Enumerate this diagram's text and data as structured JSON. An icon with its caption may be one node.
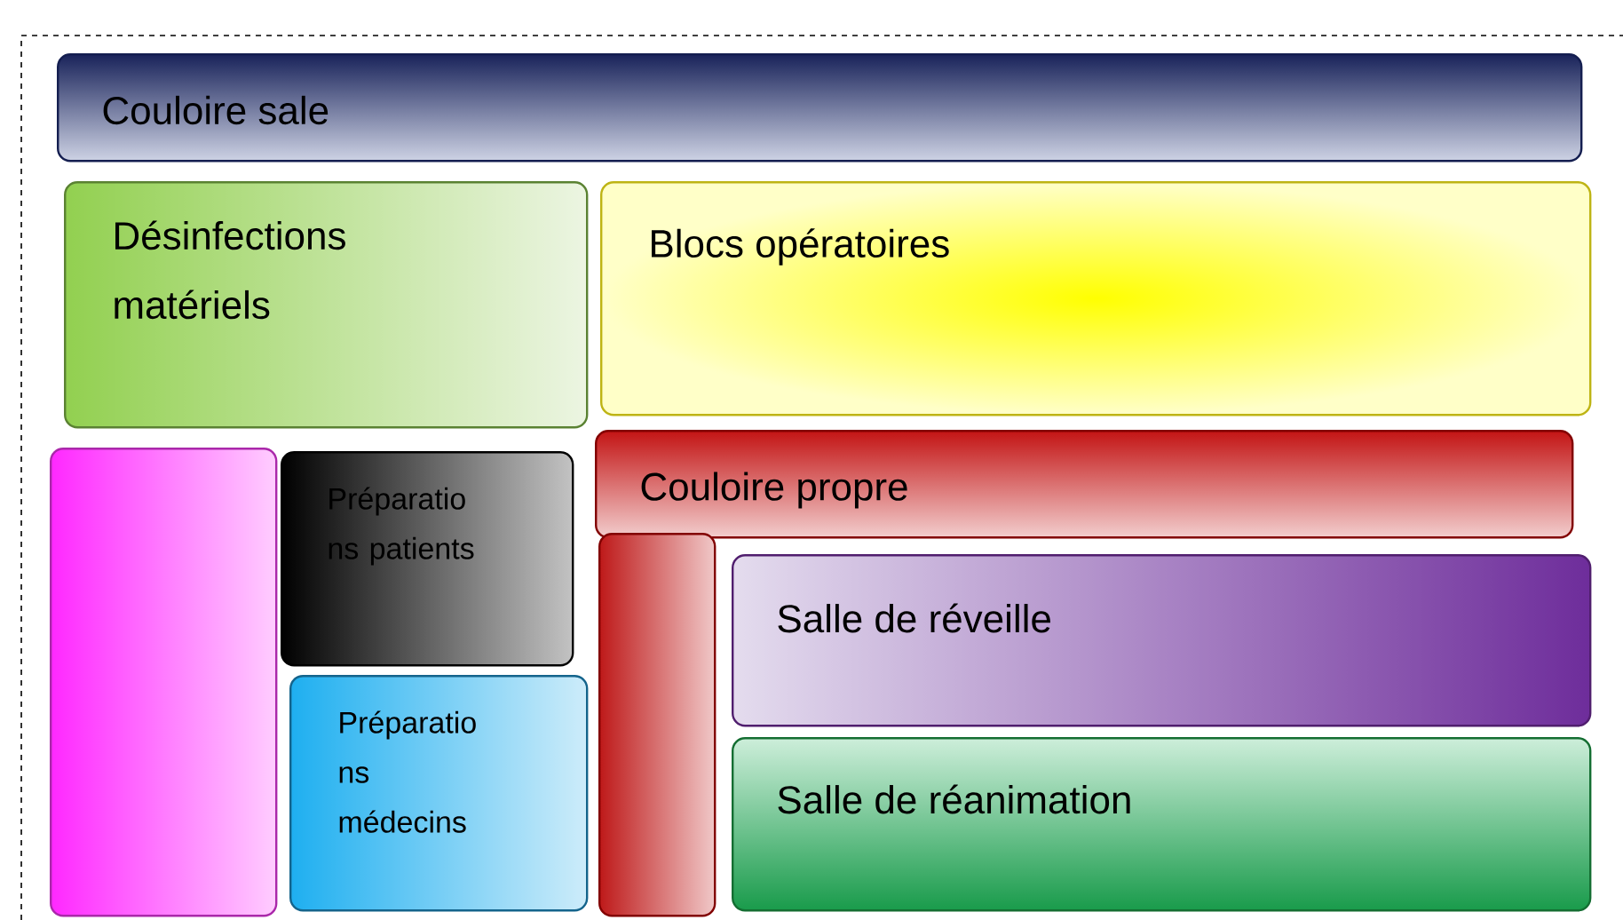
{
  "diagram": {
    "nodes": [
      {
        "text": [
          "Couloire sale"
        ]
      },
      {
        "text": [
          "Désinfections matériels"
        ]
      },
      {
        "text": [
          "Blocs opératoires"
        ]
      },
      {
        "text": [],
        "shape": "box"
      },
      {
        "text": [
          "Préparatio ns patients"
        ]
      },
      {
        "text": [
          "Préparatio ns médecins"
        ]
      },
      {
        "text": [
          "Couloire propre"
        ]
      },
      {
        "text": [],
        "shape": "box"
      },
      {
        "text": [
          "Salle de réveille"
        ]
      },
      {
        "text": [
          "Salle de réanimation"
        ]
      }
    ]
  }
}
